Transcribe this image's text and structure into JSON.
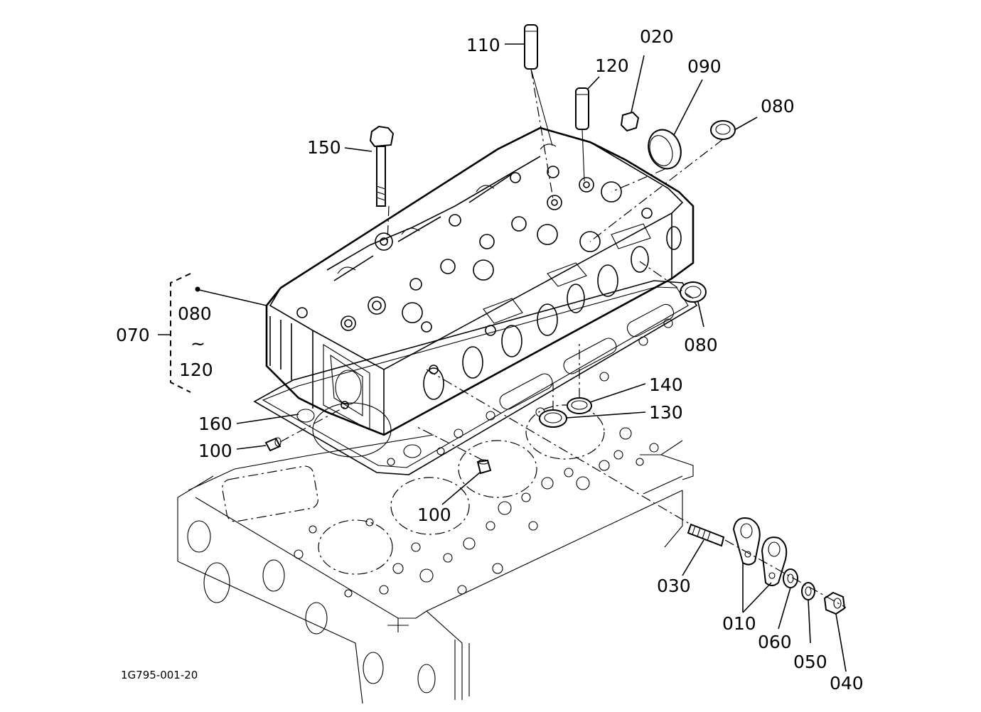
{
  "diagram": {
    "reference_code": "1G795-001-20",
    "callouts": {
      "c110": "110",
      "c120_top": "120",
      "c020": "020",
      "c090": "090",
      "c080_top": "080",
      "c150": "150",
      "c070": "070",
      "c080_bracket": "080",
      "c_range": "~",
      "c120_bracket": "120",
      "c080_right": "080",
      "c140": "140",
      "c130": "130",
      "c160": "160",
      "c100_left": "100",
      "c100_mid": "100",
      "c030": "030",
      "c010": "010",
      "c060": "060",
      "c050": "050",
      "c040": "040"
    }
  }
}
